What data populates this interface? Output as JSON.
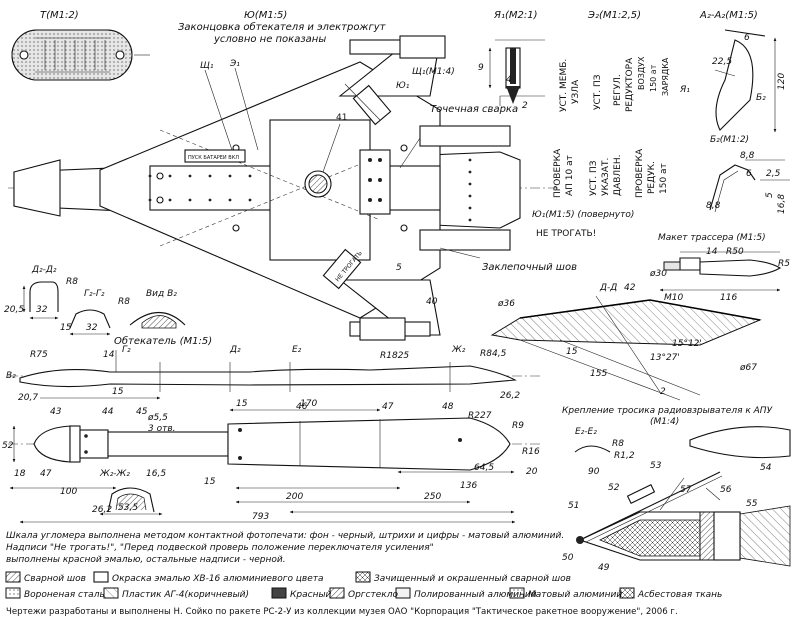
{
  "views": {
    "t_label": "Т(М1:2)",
    "yu_label": "Ю(М1:5)",
    "note_fairing": "Законцовка обтекателя и электрожгут",
    "note_fairing2": "условно не показаны",
    "ya1_label": "Я₁(М2:1)",
    "e2_label": "Э₂(М1:2,5)",
    "a2_label": "А₂-А₂(М1:5)",
    "sh1_label": "Щ₁(М1:4)",
    "b2_label": "Б₂(М1:2)",
    "yu1_label": "Ю₁(М1:5) (повернуто)",
    "d2_label": "Д₂-Д₂",
    "g2_label": "Г₂-Г₂",
    "v2_label": "Вид В₂",
    "fairing_label": "Обтекатель (М1:5)",
    "tracer_label": "Макет трассера (М1:5)",
    "dd_label": "Д-Д",
    "apu_label": "Крепление тросика радиовзрывателя к АПУ",
    "apu_scale": "(М1:4)",
    "zh2_label": "Ж₂-Ж₂",
    "e2e2_label": "Е₂-Е₂"
  },
  "callouts": {
    "spot_weld": "Точечная сварка",
    "rivet_seam": "Заклепочный шов",
    "sh1": "Щ₁",
    "e1": "Э₁",
    "yu1": "Ю₁",
    "n41": "41",
    "g2": "Г₂",
    "d2": "Д₂",
    "e2": "Е₂",
    "zh2": "Ж₂",
    "v2": "В₂",
    "b2": "Б₂",
    "ya1": "Я₁"
  },
  "panel_text": {
    "ust_memb": "УСТ. МЕМБ.",
    "uzla": "УЗЛА",
    "ust_pz": "УСТ. ПЗ",
    "regul": "РЕГУЛ.",
    "reduktora": "РЕДУКТОРА",
    "vozdukh": "ВОЗДУХ",
    "p150": "150 ат",
    "zaryadka": "ЗАРЯДКА",
    "proverka": "ПРОВЕРКА",
    "ap10": "АП 10 ат",
    "ust_pz2": "УСТ. ПЗ",
    "ukazat": "УКАЗАТ.",
    "davlen": "ДАВЛЕН.",
    "proverka2": "ПРОВЕРКА",
    "reduk": "РЕДУК.",
    "at150": "150 ат",
    "ne_trogat": "НЕ ТРОГАТЬ!",
    "plate_text": "ПУСК БАТАРЕИ ВКЛ",
    "ne_trogat_fin": "НЕ ТРОГАТЬ"
  },
  "dims": {
    "r75": "R75",
    "d14": "14",
    "d15a": "15",
    "r1825": "R1825",
    "r845": "R84,5",
    "d207": "20,7",
    "d262": "26,2",
    "d15b": "15",
    "d170": "170",
    "d52": "52",
    "d18": "18",
    "d47": "47",
    "d100": "100",
    "phi55": "ø5,5",
    "otv": "3 отв.",
    "r227": "R227",
    "r9": "R9",
    "r16": "R16",
    "d20": "20",
    "d645": "64,5",
    "d136": "136",
    "d15c": "15",
    "d200": "200",
    "d250": "250",
    "d793": "793",
    "d165": "16,5",
    "d262b": "26,2",
    "d535": "53,5",
    "n43": "43",
    "n44": "44",
    "n45": "45",
    "n46": "46",
    "n47": "47",
    "n48": "48",
    "r8a": "R8",
    "d205": "20,5",
    "d32a": "32",
    "r8b": "R8",
    "d15d": "15",
    "d32b": "32",
    "d5": "5",
    "d40": "40",
    "phi36": "ø36",
    "d42": "42",
    "d15e": "15",
    "d155": "155",
    "d1327": "13°27'",
    "d1512": "15°12'",
    "phi67": "ø67",
    "d2": "2",
    "phi30": "ø30",
    "d14b": "14",
    "r50": "R50",
    "r5": "R5",
    "m10": "M10",
    "d116": "116",
    "d6": "6",
    "d120": "120",
    "d225": "22,5",
    "d88a": "8,8",
    "d88b": "8,8",
    "d65": "6",
    "d25": "2,5",
    "d168": "16,8",
    "d55": "5",
    "ya_9": "9",
    "ya_4": "4",
    "ya_2": "2",
    "r8c": "R8",
    "r12": "R1,2",
    "d90": "90",
    "n49": "49",
    "n50": "50",
    "n51": "51",
    "n52": "52",
    "n53": "53",
    "n54": "54",
    "n55": "55",
    "n56": "56",
    "n57": "57"
  },
  "notes": {
    "line1": "Шкала угломера выполнена методом контактной фотопечати: фон - черный, штрихи и цифры - матовый алюминий.",
    "line2": "Надписи \"Не трогать!\", \"Перед подвеской проверь положение переключателя усиления\"",
    "line3": "выполнены красной эмалью, остальные надписи - черной."
  },
  "legend": [
    {
      "label": "Сварной шов"
    },
    {
      "label": "Окраска эмалью ХВ-16 алюминиевого цвета"
    },
    {
      "label": "Зачищенный и окрашенный сварной шов"
    },
    {
      "label": "Вороненая сталь"
    },
    {
      "label": "Пластик АГ-4(коричневый)"
    },
    {
      "label": "Красный"
    },
    {
      "label": "Оргстекло"
    },
    {
      "label": "Полированный алюминий"
    },
    {
      "label": "Матовый алюминий"
    },
    {
      "label": "Асбестовая ткань"
    }
  ],
  "footer": "Чертежи разработаны и выполнены Н. Сойко по ракете РС-2-У из коллекции  музея ОАО \"Корпорация \"Тактическое ракетное вооружение\", 2006 г."
}
